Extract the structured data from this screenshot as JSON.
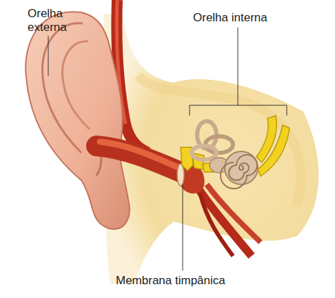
{
  "diagram": {
    "labels": [
      "Orelha externa",
      "Orelha interna",
      "Membrana timpânica"
    ]
  }
}
